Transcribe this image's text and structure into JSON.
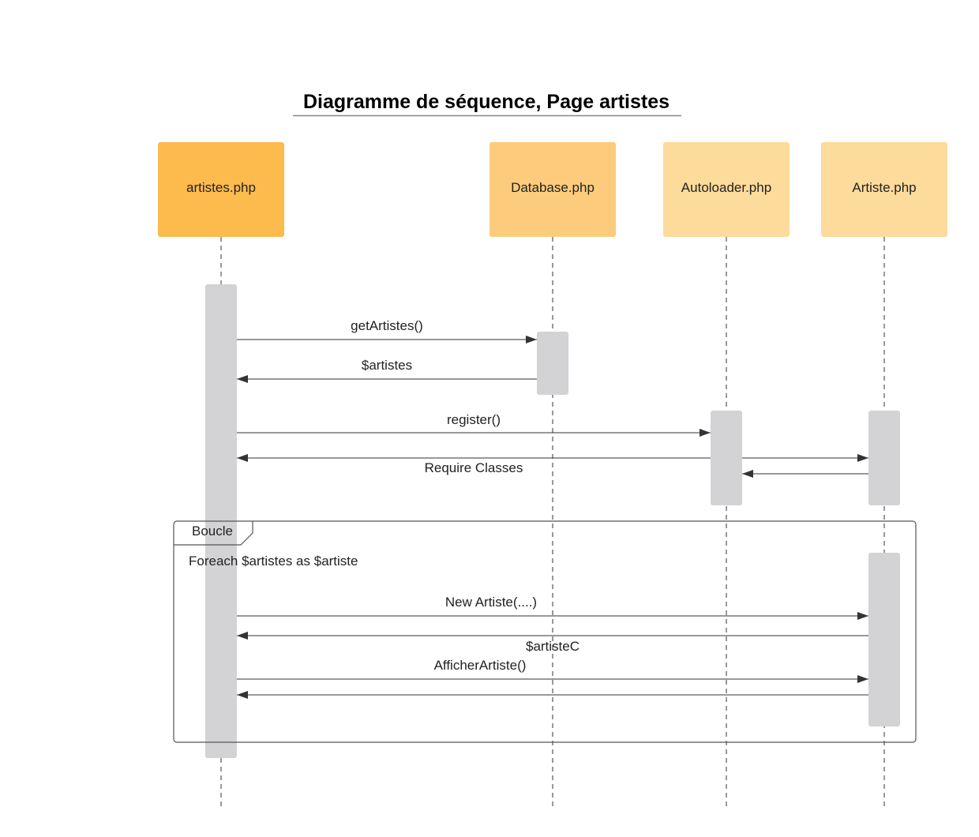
{
  "title": "Diagramme de séquence, Page artistes",
  "participants": [
    {
      "id": "artistes",
      "label": "artistes.php",
      "color": "#fdbb4e"
    },
    {
      "id": "database",
      "label": "Database.php",
      "color": "#fccc7c"
    },
    {
      "id": "autoloader",
      "label": "Autoloader.php",
      "color": "#fddb9b"
    },
    {
      "id": "artiste",
      "label": "Artiste.php",
      "color": "#fddb9b"
    }
  ],
  "messages": [
    {
      "label": "getArtistes()"
    },
    {
      "label": "$artistes"
    },
    {
      "label": "register()"
    },
    {
      "label": "Require Classes"
    },
    {
      "label": ""
    },
    {
      "label": ""
    },
    {
      "label": "New Artiste(....)"
    },
    {
      "label": "$artisteC"
    },
    {
      "label": "AfficherArtiste()"
    },
    {
      "label": ""
    }
  ],
  "loop_frame": {
    "label": "Boucle",
    "condition": "Foreach $artistes as $artiste"
  },
  "colors": {
    "activation": "#d3d3d5",
    "line": "#333333"
  }
}
